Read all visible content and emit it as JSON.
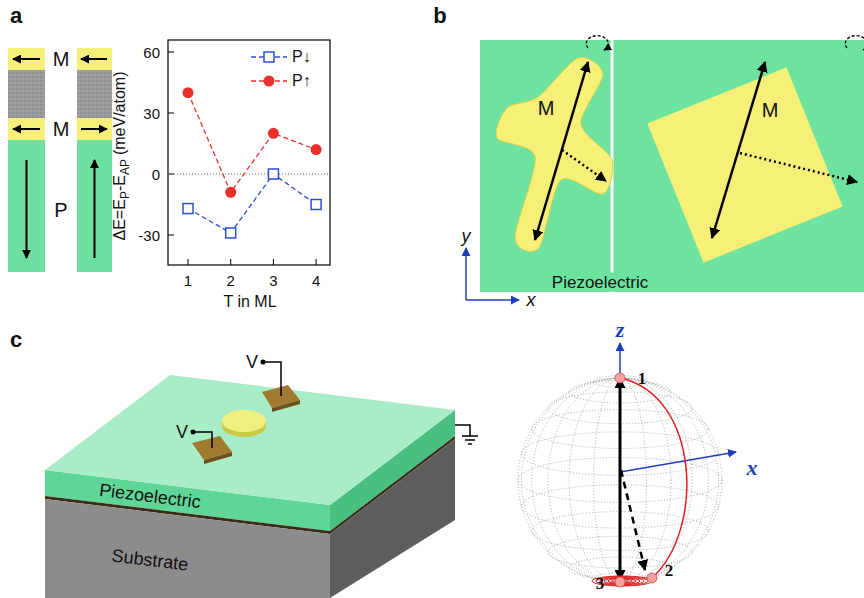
{
  "diagram": {
    "nodes": [
      {
        "text": [
          "Piezoelectric"
        ]
      },
      {
        "text": [
          "M"
        ],
        "in": 0
      },
      {
        "text": [
          "M"
        ],
        "in": 0
      },
      {
        "text": [
          "Piezoelectric"
        ]
      },
      {
        "text": [
          "Substrate"
        ]
      }
    ],
    "labels": [
      "a",
      "M",
      "M",
      "P",
      "ΔE=E",
      "P",
      "-E",
      "AP",
      "(meV/atom)",
      "60",
      "30",
      "0",
      "-30",
      "1",
      "2",
      "3",
      "4",
      "T in ML",
      "b",
      "y",
      "x",
      "c",
      "V",
      "V",
      "z",
      "x",
      "1",
      "2",
      "3"
    ],
    "legend": [
      {
        "text": "P↓"
      },
      {
        "text": "P↑"
      }
    ]
  }
}
